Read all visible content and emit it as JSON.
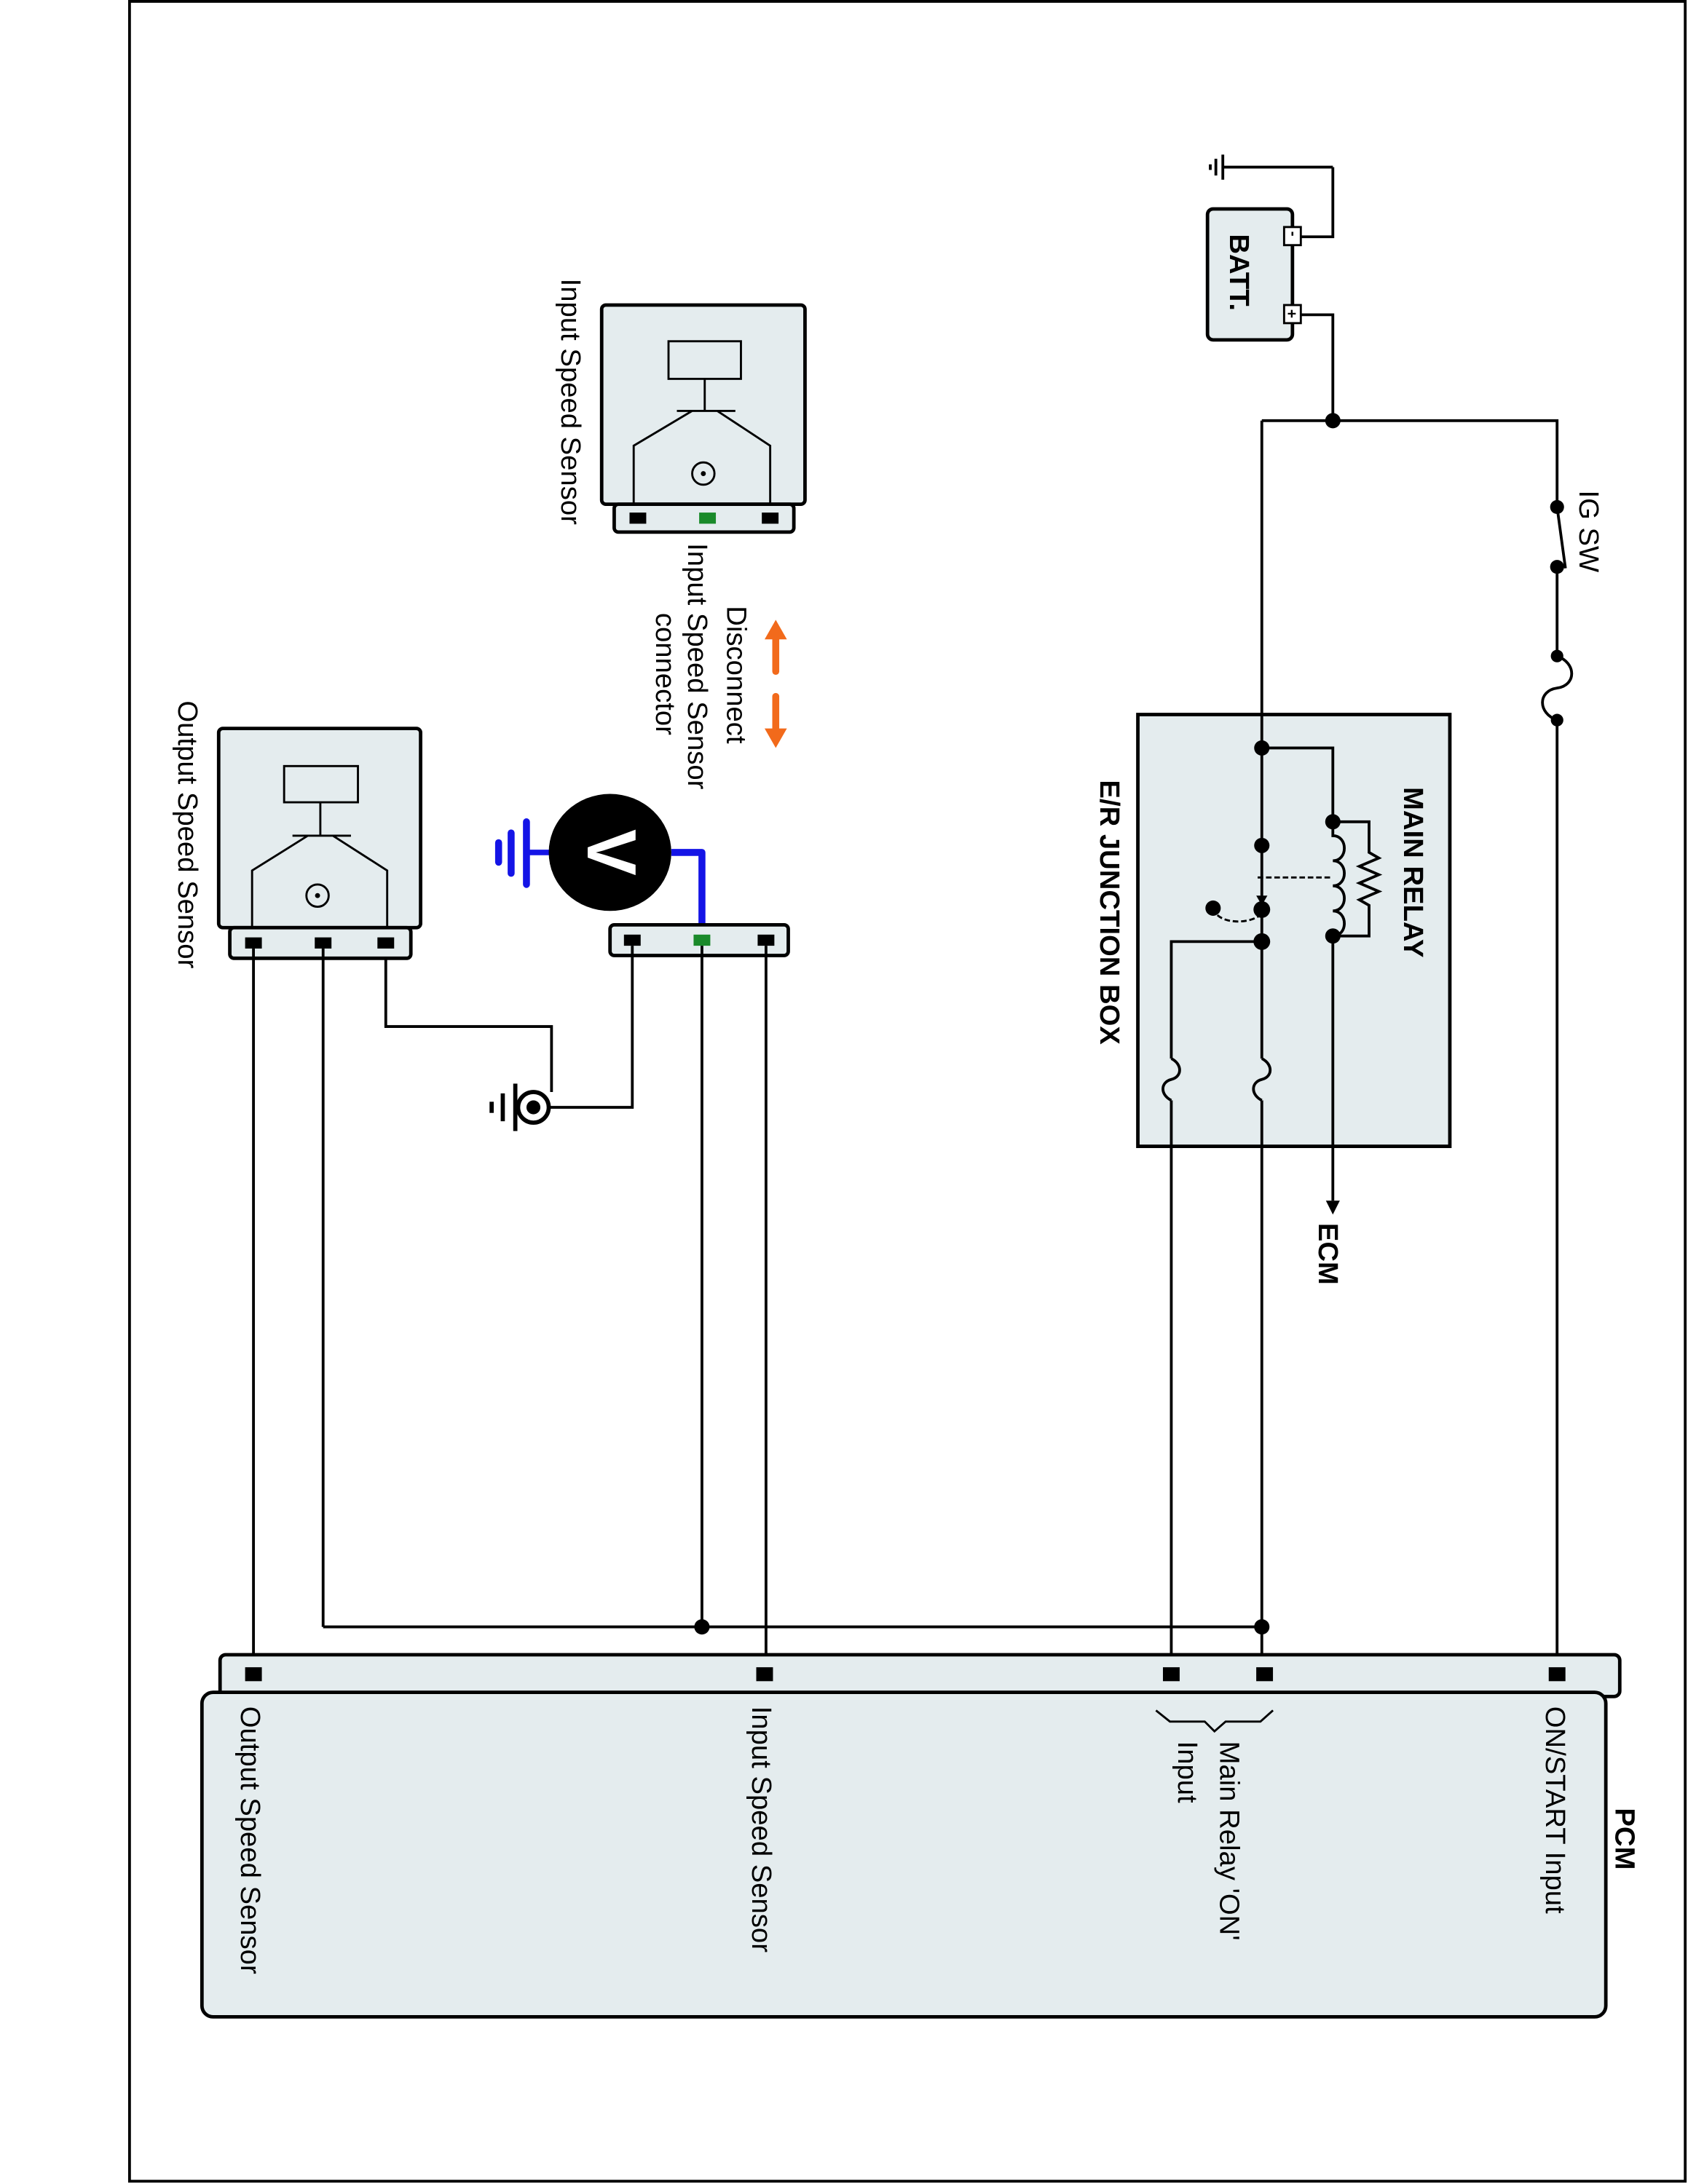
{
  "labels": {
    "battery": "BATT.",
    "battery_plus": "+",
    "battery_minus": "-",
    "ig_switch": "IG SW",
    "main_relay": "MAIN RELAY",
    "junction_box": "E/R JUNCTION BOX",
    "ecm": "ECM",
    "pcm": "PCM",
    "pcm_on_start": "ON/START Input",
    "pcm_main_relay_line1": "Main Relay 'ON'",
    "pcm_main_relay_line2": "Input",
    "pcm_input_speed": "Input Speed Sensor",
    "pcm_output_speed": "Output Speed Sensor",
    "input_speed_sensor": "Input Speed Sensor",
    "output_speed_sensor": "Output Speed Sensor",
    "disconnect_line1": "Disconnect",
    "disconnect_line2": "Input Speed Sensor",
    "disconnect_line3": "connector",
    "voltmeter": "V"
  },
  "colors": {
    "box_fill": "#e4ecee",
    "meter_lead": "#1414e6",
    "test_pin": "#1a8a2a",
    "disconnect_arrow": "#f26a1b"
  }
}
